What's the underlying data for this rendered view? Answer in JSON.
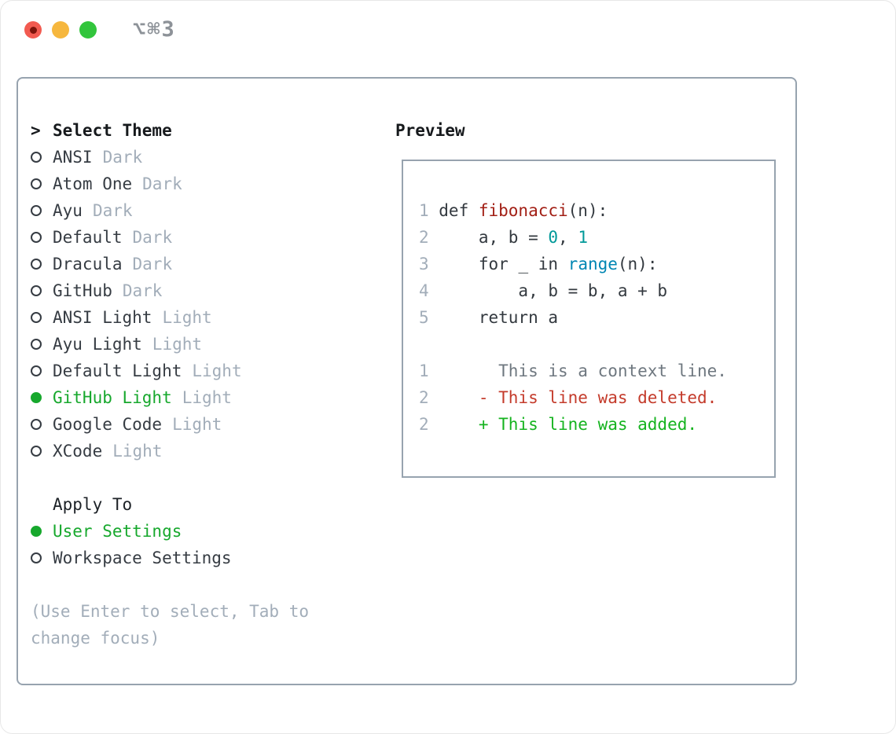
{
  "titlebar": {
    "title": "⌥⌘3",
    "buttons": [
      "close",
      "minimize",
      "zoom"
    ]
  },
  "theme_picker": {
    "header": {
      "prefix": ">",
      "label": "Select Theme"
    },
    "items": [
      {
        "name": "ANSI",
        "variant": "Dark",
        "selected": false
      },
      {
        "name": "Atom One",
        "variant": "Dark",
        "selected": false
      },
      {
        "name": "Ayu",
        "variant": "Dark",
        "selected": false
      },
      {
        "name": "Default",
        "variant": "Dark",
        "selected": false
      },
      {
        "name": "Dracula",
        "variant": "Dark",
        "selected": false
      },
      {
        "name": "GitHub",
        "variant": "Dark",
        "selected": false
      },
      {
        "name": "ANSI Light",
        "variant": "Light",
        "selected": false
      },
      {
        "name": "Ayu Light",
        "variant": "Light",
        "selected": false
      },
      {
        "name": "Default Light",
        "variant": "Light",
        "selected": false
      },
      {
        "name": "GitHub Light",
        "variant": "Light",
        "selected": true
      },
      {
        "name": "Google Code",
        "variant": "Light",
        "selected": false
      },
      {
        "name": "XCode",
        "variant": "Light",
        "selected": false
      }
    ]
  },
  "apply_to": {
    "title": "Apply To",
    "options": [
      {
        "label": "User Settings",
        "selected": true
      },
      {
        "label": "Workspace Settings",
        "selected": false
      }
    ]
  },
  "hint": "(Use Enter to select, Tab to change focus)",
  "preview": {
    "title": "Preview",
    "code_lines": [
      {
        "ln": "1",
        "segments": [
          [
            "kw",
            "def "
          ],
          [
            "fn",
            "fibonacci"
          ],
          [
            "pl",
            "(n):"
          ]
        ]
      },
      {
        "ln": "2",
        "segments": [
          [
            "pl",
            "    a, b = "
          ],
          [
            "nm",
            "0"
          ],
          [
            "pl",
            ", "
          ],
          [
            "nm",
            "1"
          ]
        ]
      },
      {
        "ln": "3",
        "segments": [
          [
            "pl",
            "    "
          ],
          [
            "kw",
            "for "
          ],
          [
            "pl",
            "_ "
          ],
          [
            "kw",
            "in "
          ],
          [
            "bi",
            "range"
          ],
          [
            "pl",
            "(n):"
          ]
        ]
      },
      {
        "ln": "4",
        "segments": [
          [
            "pl",
            "        a, b = b, a + b"
          ]
        ]
      },
      {
        "ln": "5",
        "segments": [
          [
            "pl",
            "    "
          ],
          [
            "kw",
            "return "
          ],
          [
            "pl",
            "a"
          ]
        ]
      },
      {
        "ln": "",
        "segments": []
      },
      {
        "ln": "1",
        "segments": [
          [
            "ctx",
            "      This is a context line."
          ]
        ]
      },
      {
        "ln": "2",
        "segments": [
          [
            "del",
            "    - This line was deleted."
          ]
        ]
      },
      {
        "ln": "2",
        "segments": [
          [
            "add",
            "    + This line was added."
          ]
        ]
      }
    ]
  },
  "colors": {
    "text_primary": "#16191c",
    "text_item": "#363c43",
    "text_muted": "#a2adb9",
    "accent_green": "#17a82d",
    "border_gray": "#97a3af",
    "title_gray": "#8d9298",
    "code_plain": "#33393f",
    "code_function_red": "#a21f15",
    "code_number_teal": "#009999",
    "code_builtin_blue": "#0086b3",
    "diff_context_gray": "#6e777f",
    "diff_deleted_red": "#c43b2b",
    "diff_added_green": "#15b31f",
    "traffic_red": "#f25a50",
    "traffic_red_dot": "#7d140b",
    "traffic_yellow": "#f6b73e",
    "traffic_green": "#32c53c"
  }
}
